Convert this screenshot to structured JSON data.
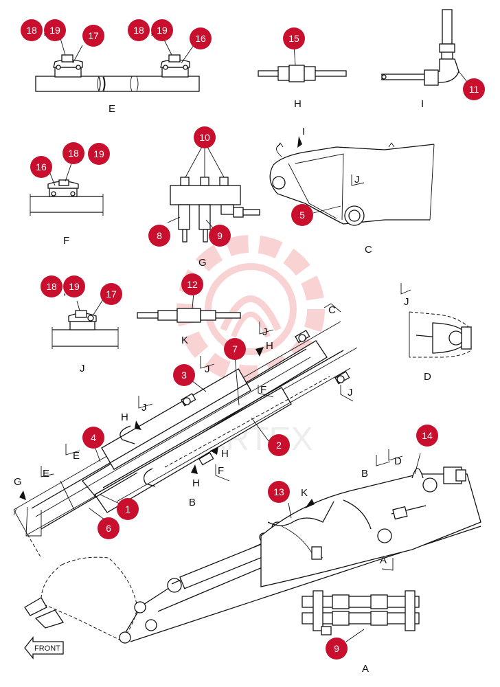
{
  "colors": {
    "badge": "#c8102e",
    "badge_text": "#ffffff",
    "line": "#111111",
    "watermark": "#f2a0a0"
  },
  "watermark": {
    "text": "PARTEX",
    "icon": "gear-logo"
  },
  "callouts": [
    "18",
    "19",
    "17",
    "18",
    "19",
    "16",
    "15",
    "11",
    "10",
    "16",
    "18",
    "19",
    "5",
    "8",
    "9",
    "18",
    "19",
    "17",
    "12",
    "7",
    "3",
    "2",
    "4",
    "1",
    "6",
    "14",
    "13",
    "9"
  ],
  "views": {
    "E": "E",
    "H": "H",
    "I": "I",
    "F": "F",
    "G": "G",
    "C": "C",
    "J": "J",
    "K": "K",
    "D": "D",
    "B": "B",
    "A": "A"
  },
  "markers": {
    "I": "I",
    "J": "J",
    "C": "C",
    "H": "H",
    "F": "F",
    "E": "E",
    "G": "G",
    "K": "K",
    "D": "D",
    "A": "A",
    "B": "B"
  },
  "front_label": "FRONT",
  "comma": ","
}
